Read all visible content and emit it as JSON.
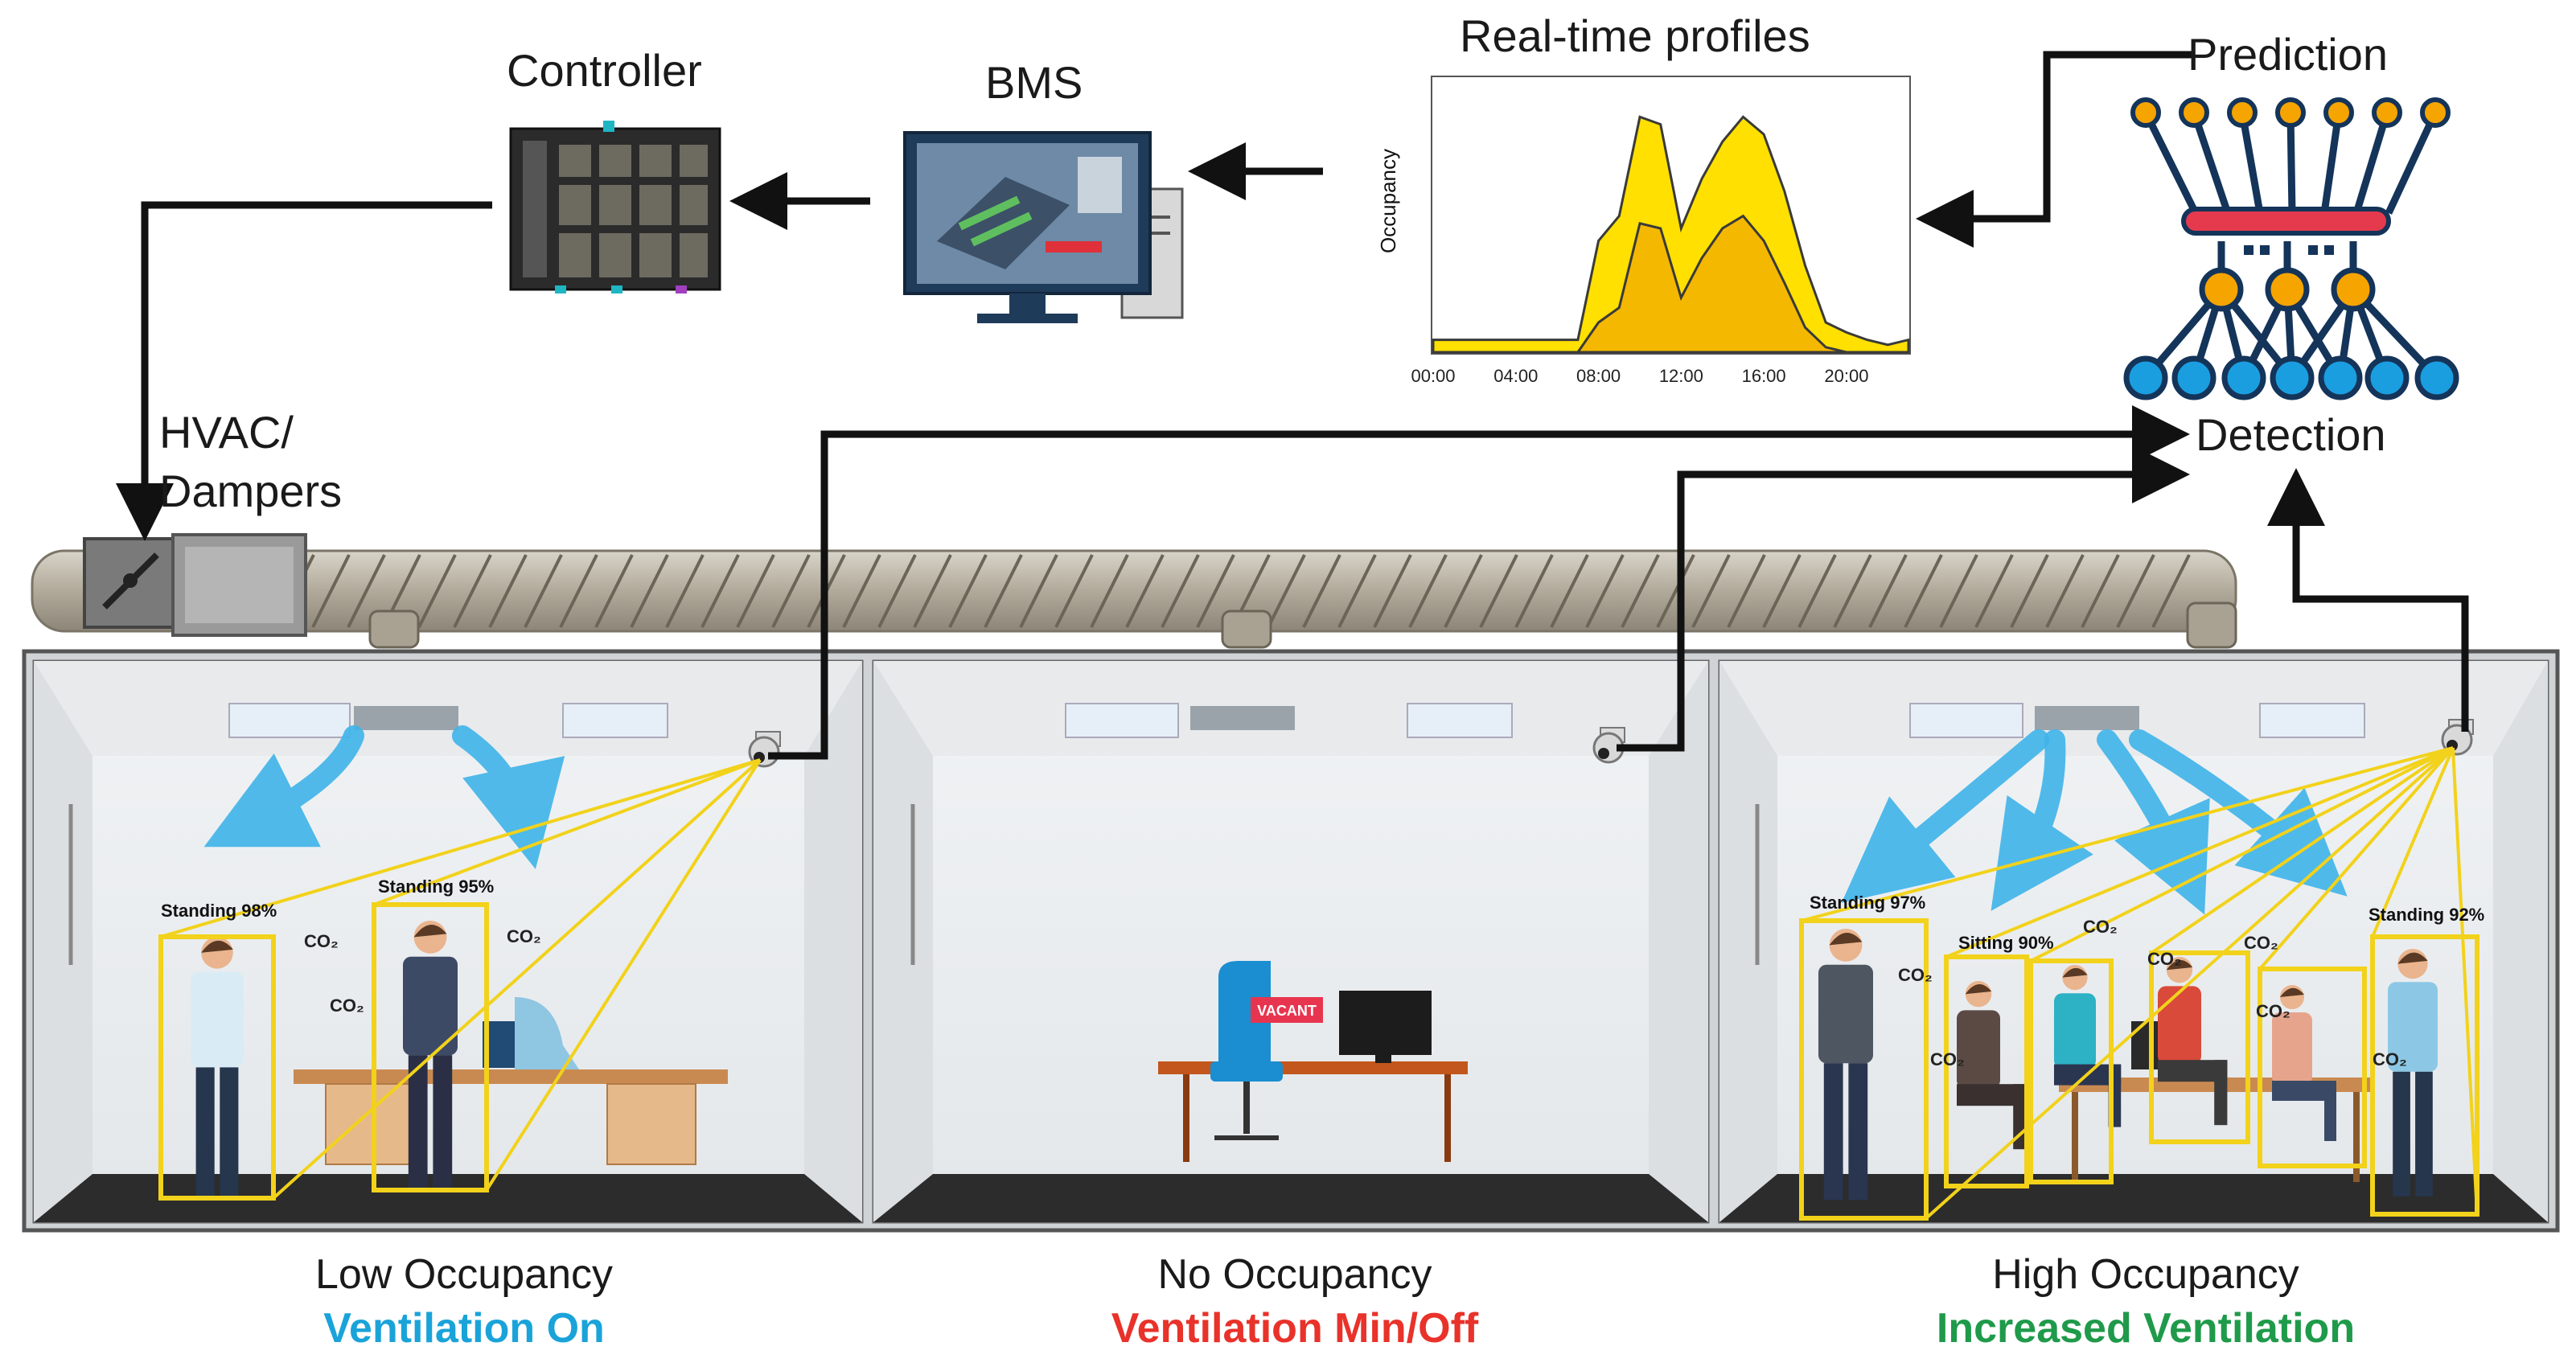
{
  "labels": {
    "controller": "Controller",
    "bms": "BMS",
    "realtime": "Real-time profiles",
    "prediction": "Prediction",
    "detection": "Detection",
    "hvac_line1": "HVAC/",
    "hvac_line2": "Dampers",
    "vacant": "VACANT"
  },
  "chart_data": {
    "type": "area",
    "title": "Real-time profiles",
    "xlabel": "",
    "ylabel": "Occupancy",
    "tick_labels": [
      "00:00",
      "04:00",
      "08:00",
      "12:00",
      "16:00",
      "20:00"
    ],
    "x": [
      0,
      2,
      4,
      6,
      7,
      8,
      9,
      10,
      11,
      12,
      13,
      14,
      15,
      16,
      17,
      18,
      19,
      20,
      21,
      22,
      23
    ],
    "series": [
      {
        "values": [
          0.05,
          0.05,
          0.05,
          0.05,
          0.05,
          0.45,
          0.55,
          0.95,
          0.92,
          0.5,
          0.7,
          0.85,
          0.95,
          0.88,
          0.65,
          0.35,
          0.12,
          0.08,
          0.05,
          0.03,
          0.05
        ],
        "color": "#ffe000"
      },
      {
        "values": [
          0.0,
          0.0,
          0.0,
          0.0,
          0.0,
          0.12,
          0.18,
          0.52,
          0.5,
          0.22,
          0.38,
          0.5,
          0.55,
          0.45,
          0.28,
          0.1,
          0.02,
          0.0,
          0.0,
          0.0,
          0.0
        ],
        "color": "#f5b800"
      }
    ]
  },
  "rooms": [
    {
      "caption": "Low Occupancy",
      "status": "Ventilation On",
      "status_color": "#1aa3d9",
      "detections": [
        {
          "label": "Standing 98%"
        },
        {
          "label": "Standing 95%"
        }
      ],
      "co2": [
        "CO₂",
        "CO₂",
        "CO₂"
      ]
    },
    {
      "caption": "No Occupancy",
      "status": "Ventilation Min/Off",
      "status_color": "#e8322a",
      "detections": [],
      "co2": []
    },
    {
      "caption": "High Occupancy",
      "status": "Increased Ventilation",
      "status_color": "#1f9a4a",
      "detections": [
        {
          "label": "Standing 97%"
        },
        {
          "label": "Sitting 90%"
        },
        {
          "label": "Standing 92%"
        }
      ],
      "co2": [
        "CO₂",
        "CO₂",
        "CO₂",
        "CO₂",
        "CO₂",
        "CO₂",
        "CO₂"
      ]
    }
  ],
  "colors": {
    "arrow": "#111111",
    "airflow": "#3fb4ea",
    "detection_box": "#f2d21b",
    "duct": "#b9b3a6",
    "room_wall": "#d7dadd",
    "network": "#14345a",
    "network_node_top": "#f5a400",
    "network_node_bottom": "#1a9ee0",
    "network_bar": "#e53a4d"
  },
  "icons": [
    "controller-icon",
    "bms-monitor-icon",
    "neural-network-icon",
    "camera-icon",
    "damper-icon"
  ]
}
